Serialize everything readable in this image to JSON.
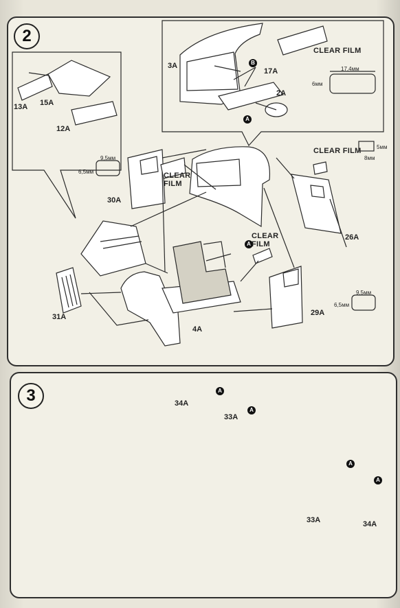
{
  "step2": {
    "number": "2",
    "parts": {
      "p13": "13A",
      "p15": "15A",
      "p12": "12A",
      "p3": "3A",
      "p17": "17A",
      "p2": "2A",
      "p30": "30A",
      "p26": "26A",
      "p31": "31A",
      "p4": "4A",
      "p29": "29A"
    },
    "clear_film_label": "CLEAR FILM",
    "film_top": {
      "width": "17,4мм",
      "height": "6мм"
    },
    "film_right": {
      "width": "5мм",
      "height": "8мм"
    },
    "film_door_left": {
      "width": "9,5мм",
      "height": "6,5мм"
    },
    "film_door_right": {
      "width": "9,5мм",
      "height": "6,5мм"
    },
    "markers": {
      "a": "A",
      "b": "B"
    }
  },
  "step3": {
    "number": "3",
    "parts": {
      "w34_left": "34A",
      "w33_left": "33A",
      "w33_right": "33A",
      "w34_right": "34A"
    },
    "markers": {
      "a": "A"
    }
  }
}
